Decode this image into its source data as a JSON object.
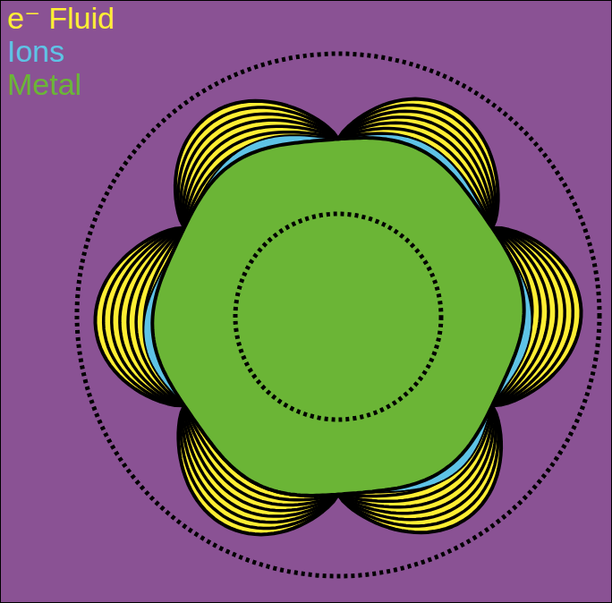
{
  "diagram": {
    "legend": [
      {
        "text": "e⁻ Fluid",
        "color": "#ffee33"
      },
      {
        "text": "Ions",
        "color": "#5ec3e6"
      },
      {
        "text": "Metal",
        "color": "#6bb536"
      }
    ]
  }
}
